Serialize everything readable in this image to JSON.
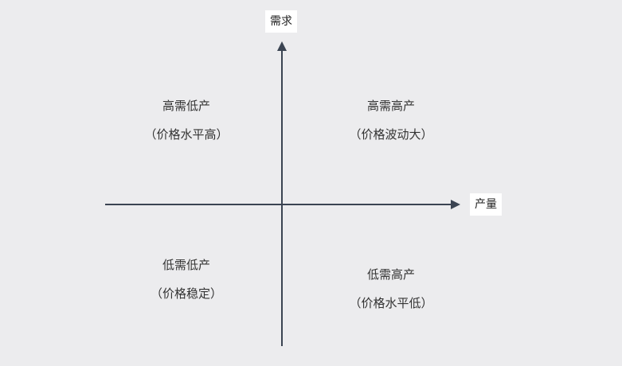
{
  "axes": {
    "y_label": "需求",
    "x_label": "产量"
  },
  "quadrants": {
    "top_left": {
      "title": "高需低产",
      "note": "（价格水平高）"
    },
    "top_right": {
      "title": "高需高产",
      "note": "（价格波动大）"
    },
    "bottom_left": {
      "title": "低需低产",
      "note": "（价格稳定）"
    },
    "bottom_right": {
      "title": "低需高产",
      "note": "（价格水平低）"
    }
  },
  "colors": {
    "background": "#ececee",
    "axis": "#3b4452",
    "label_box": "#ffffff",
    "text": "#333333"
  }
}
